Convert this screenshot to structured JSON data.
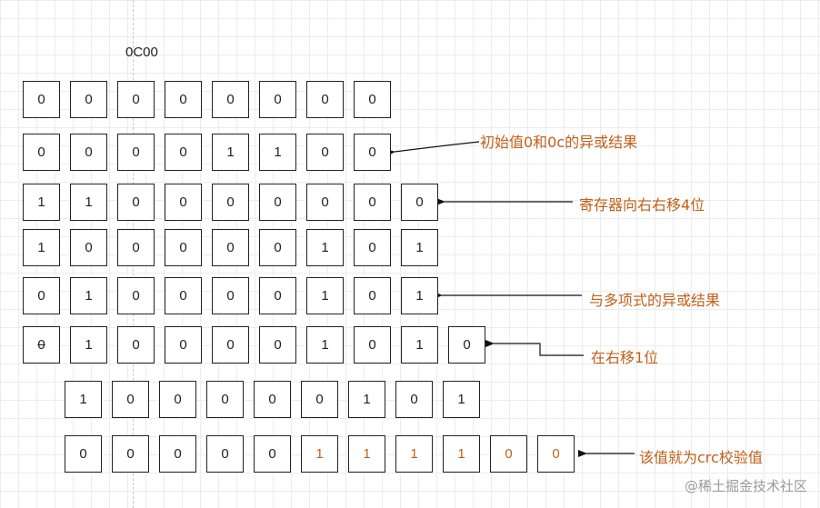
{
  "title": "0C00",
  "rows": [
    {
      "cells": [
        "0",
        "0",
        "0",
        "0",
        "0",
        "0",
        "0",
        "0"
      ]
    },
    {
      "cells": [
        "0",
        "0",
        "0",
        "0",
        "1",
        "1",
        "0",
        "0"
      ],
      "note": "初始值0和0c的异或结果"
    },
    {
      "cells": [
        "1",
        "1",
        "0",
        "0",
        "0",
        "0",
        "0",
        "0",
        "0"
      ],
      "note": "寄存器向右右移4位"
    },
    {
      "cells": [
        "1",
        "0",
        "0",
        "0",
        "0",
        "0",
        "1",
        "0",
        "1"
      ]
    },
    {
      "cells": [
        "0",
        "1",
        "0",
        "0",
        "0",
        "0",
        "1",
        "0",
        "1"
      ],
      "note": "与多项式的异或结果"
    },
    {
      "cells": [
        "0",
        "1",
        "0",
        "0",
        "0",
        "0",
        "1",
        "0",
        "1",
        "0"
      ],
      "note": "在右移1位",
      "struck_first": true
    },
    {
      "cells": [
        "1",
        "0",
        "0",
        "0",
        "0",
        "0",
        "1",
        "0",
        "1"
      ]
    },
    {
      "cells": [
        "0",
        "0",
        "0",
        "0",
        "0",
        "1",
        "1",
        "1",
        "1",
        "0",
        "0"
      ],
      "note": "该值就为crc校验值"
    }
  ],
  "watermark": "@稀土掘金技术社区",
  "colors": {
    "highlight": "#c0601a",
    "border": "#222222"
  }
}
